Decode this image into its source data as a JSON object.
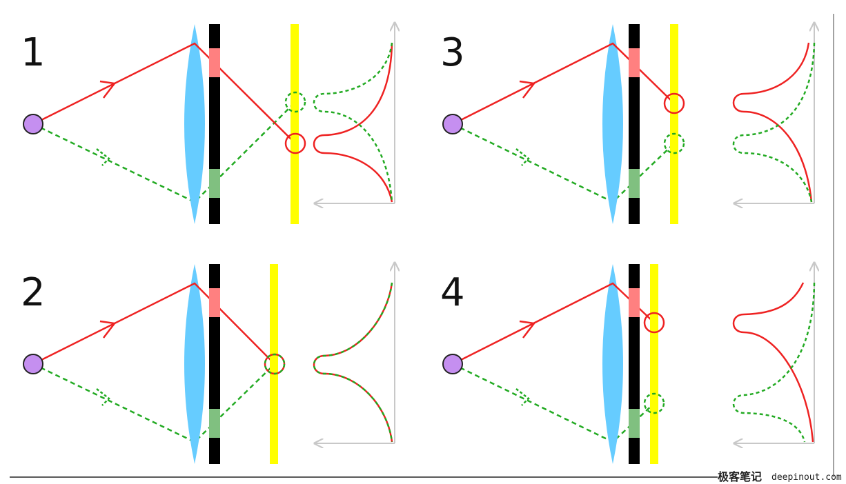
{
  "panels": [
    {
      "label": "1"
    },
    {
      "label": "2"
    },
    {
      "label": "3"
    },
    {
      "label": "4"
    }
  ],
  "watermark": {
    "chinese": "极客笔记",
    "url": "deepinout.com"
  },
  "colors": {
    "source": "#c58ff0",
    "lens": "#66ccff",
    "mask": "#000000",
    "mask_red": "#ff8080",
    "mask_green": "#80c080",
    "screen": "#ffff00",
    "red_ray": "#ee2222",
    "green_ray": "#22aa22",
    "axis": "#c8c8c8"
  }
}
